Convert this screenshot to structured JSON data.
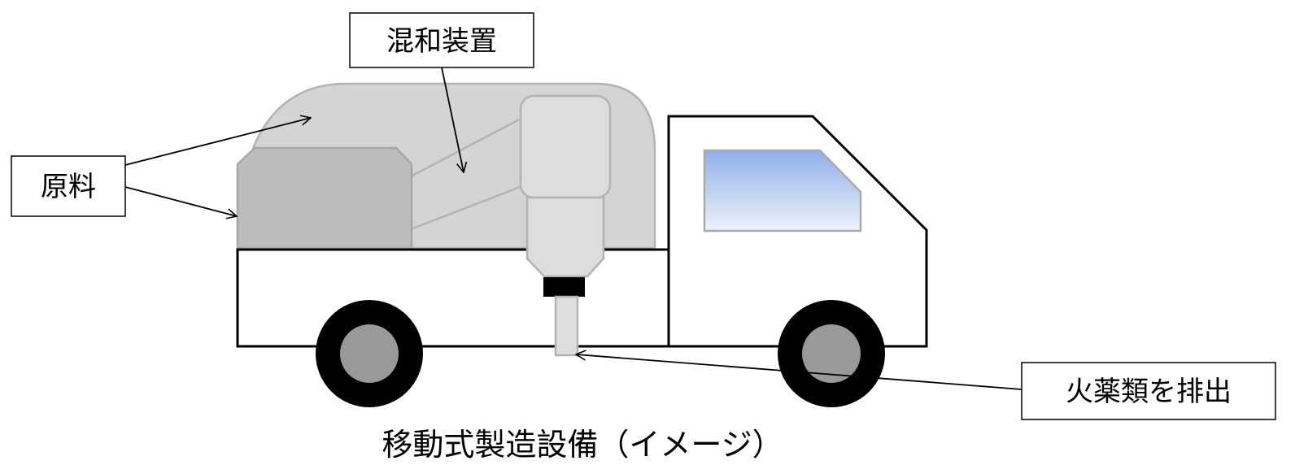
{
  "labels": {
    "mixer": "混和装置",
    "materials": "原料",
    "discharge": "火薬類を排出"
  },
  "caption": "移動式製造設備（イメージ）",
  "colors": {
    "tank": "#d4d4d4",
    "tank_stroke": "#b3b3b3",
    "hopper": "#bcbcbc",
    "hopper_stroke": "#a6a6a6",
    "window_top": "#8fb0e8",
    "window_bottom": "#eef2fb",
    "tire": "#000000",
    "hub": "#999999",
    "nozzle_block": "#000000"
  }
}
